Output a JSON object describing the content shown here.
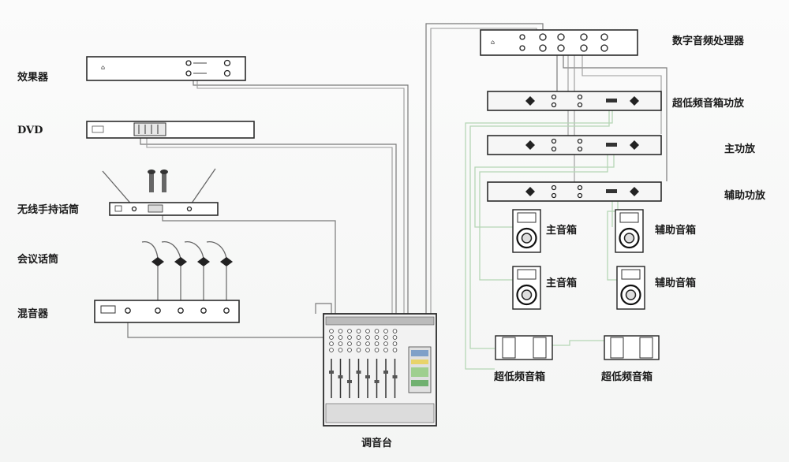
{
  "labels": {
    "effects": "效果器",
    "dvd": "DVD",
    "wireless_mic": "无线手持话筒",
    "conference_mic": "会议话筒",
    "mixer": "混音器",
    "console": "调音台",
    "dsp": "数字音频处理器",
    "sub_amp": "超低频音箱功放",
    "main_amp": "主功放",
    "aux_amp": "辅助功放",
    "main_speaker_1": "主音箱",
    "main_speaker_2": "主音箱",
    "aux_speaker_1": "辅助音箱",
    "aux_speaker_2": "辅助音箱",
    "subwoofer_1": "超低频音箱",
    "subwoofer_2": "超低频音箱"
  }
}
